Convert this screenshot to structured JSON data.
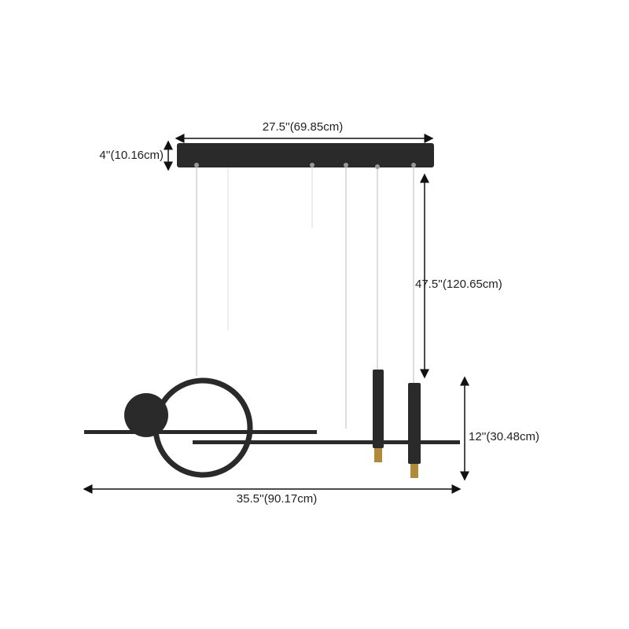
{
  "dimensions": {
    "canopy_length": "27.5''(69.85cm)",
    "canopy_height": "4''(10.16cm)",
    "suspension_length": "47.5''(120.65cm)",
    "fixture_height": "12''(30.48cm)",
    "fixture_length": "35.5''(90.17cm)"
  },
  "colors": {
    "fixture": "#2a2a2a",
    "brass": "#b08a3a",
    "arrow": "#111111"
  }
}
